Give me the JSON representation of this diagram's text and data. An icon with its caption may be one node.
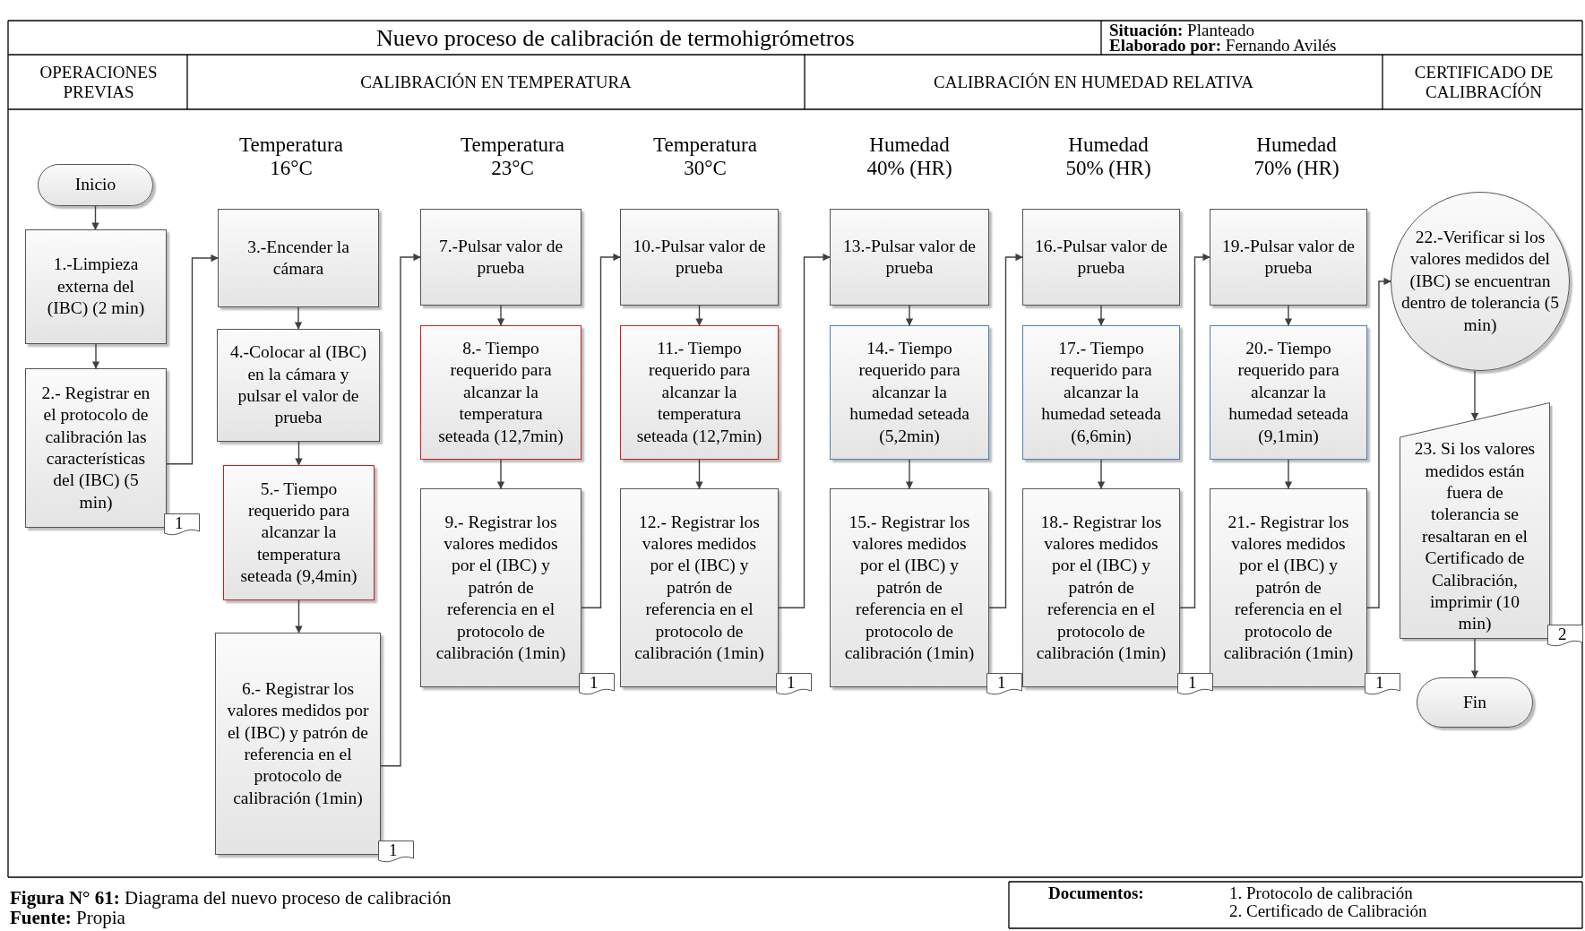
{
  "diagram": {
    "title": "Nuevo proceso de calibración de termohigrómetros",
    "caption": "**Figura N° 61:** Diagrama del nuevo proceso de calibración",
    "nodes": [
      {
        "text": [
          "Inicio"
        ]
      },
      {
        "text": [
          "1.-Limpieza externa del (IBC) (2 min)"
        ]
      },
      {
        "text": [
          "2.- Registrar en el protocolo de calibración las características del (IBC) (5 min)"
        ],
        "beside": [
          "1"
        ]
      },
      {
        "text": [
          "3.-Encender la cámara"
        ]
      },
      {
        "text": [
          "4.-Colocar al (IBC) en la cámara y pulsar el valor de prueba"
        ]
      },
      {
        "text": [
          "5.- Tiempo requerido para alcanzar la temperatura seteada (9,4min)"
        ]
      },
      {
        "text": [
          "6.- Registrar los valores medidos por el (IBC) y patrón de referencia en el protocolo de calibración (1min)"
        ],
        "beside": [
          "1"
        ]
      },
      {
        "text": [
          "7.-Pulsar valor de prueba"
        ]
      },
      {
        "text": [
          "8.- Tiempo requerido para alcanzar la temperatura seteada (12,7min)"
        ]
      },
      {
        "text": [
          "9.- Registrar los valores medidos por el (IBC) y patrón de referencia en el protocolo de calibración (1min)"
        ],
        "beside": [
          "1"
        ]
      },
      {
        "text": [
          "10.-Pulsar valor de prueba"
        ]
      },
      {
        "text": [
          "11.- Tiempo requerido para alcanzar la temperatura seteada (12,7min)"
        ]
      },
      {
        "text": [
          "12.- Registrar los valores medidos por el (IBC) y patrón de referencia en el protocolo de calibración (1min)"
        ],
        "beside": [
          "1"
        ]
      },
      {
        "text": [
          "13.-Pulsar valor de prueba"
        ]
      },
      {
        "text": [
          "14.- Tiempo requerido para alcanzar la humedad seteada (5,2min)"
        ]
      },
      {
        "text": [
          "15.- Registrar los valores medidos por el (IBC) y patrón de referencia en el protocolo de calibración (1min)"
        ],
        "beside": [
          "1"
        ]
      },
      {
        "text": [
          "16.-Pulsar valor de prueba"
        ]
      },
      {
        "text": [
          "17.- Tiempo requerido para alcanzar la humedad seteada (6,6min)"
        ]
      },
      {
        "text": [
          "18.- Registrar los valores medidos por el (IBC) y patrón de referencia en el protocolo de calibración (1min)"
        ],
        "beside": [
          "1"
        ]
      },
      {
        "text": [
          "19.-Pulsar valor de prueba"
        ]
      },
      {
        "text": [
          "20.- Tiempo requerido para alcanzar la humedad seteada (9,1min)"
        ]
      },
      {
        "text": [
          "21.- Registrar los valores medidos por el (IBC) y patrón de referencia en el protocolo de calibración (1min)"
        ],
        "beside": [
          "1"
        ]
      },
      {
        "text": [
          "22.-Verificar si los valores medidos del (IBC) se encuentran dentro de tolerancia (5 min)"
        ]
      },
      {
        "text": [
          "23. Si los valores medidos están fuera de tolerancia se resaltaran en el Certificado de Calibración, imprimir (10 min)"
        ],
        "beside": [
          "2"
        ]
      },
      {
        "text": [
          "Fin"
        ]
      }
    ],
    "edges": [
      {
        "from": 0,
        "to": 1,
        "arrow": "to"
      },
      {
        "from": 1,
        "to": 2,
        "arrow": "to"
      },
      {
        "from": 2,
        "to": 3,
        "arrow": "to"
      },
      {
        "from": 3,
        "to": 4,
        "arrow": "to"
      },
      {
        "from": 4,
        "to": 5,
        "arrow": "to"
      },
      {
        "from": 5,
        "to": 6,
        "arrow": "to"
      },
      {
        "from": 6,
        "to": 7,
        "arrow": "to"
      },
      {
        "from": 7,
        "to": 8,
        "arrow": "to"
      },
      {
        "from": 8,
        "to": 9,
        "arrow": "to"
      },
      {
        "from": 9,
        "to": 10,
        "arrow": "to"
      },
      {
        "from": 10,
        "to": 11,
        "arrow": "to"
      },
      {
        "from": 11,
        "to": 12,
        "arrow": "to"
      },
      {
        "from": 12,
        "to": 13,
        "arrow": "to"
      },
      {
        "from": 13,
        "to": 14,
        "arrow": "to"
      },
      {
        "from": 14,
        "to": 15,
        "arrow": "to"
      },
      {
        "from": 15,
        "to": 16,
        "arrow": "to"
      },
      {
        "from": 16,
        "to": 17,
        "arrow": "to"
      },
      {
        "from": 17,
        "to": 18,
        "arrow": "to"
      },
      {
        "from": 18,
        "to": 19,
        "arrow": "to"
      },
      {
        "from": 19,
        "to": 20,
        "arrow": "to"
      },
      {
        "from": 20,
        "to": 21,
        "arrow": "to"
      },
      {
        "from": 21,
        "to": 22,
        "arrow": "to"
      },
      {
        "from": 22,
        "to": 23,
        "arrow": "to"
      },
      {
        "from": 23,
        "to": 24,
        "arrow": "to"
      }
    ],
    "labels": [
      "**Situación:** Planteado",
      "**Elaborado por:** Fernando Avilés",
      "OPERACIONES PREVIAS",
      "CALIBRACIÓN EN TEMPERATURA",
      "CALIBRACIÓN EN HUMEDAD RELATIVA",
      "CERTIFICADO DE CALIBRACÍÓN",
      "Temperatura 16°C",
      "Temperatura 23°C",
      "Temperatura 30°C",
      "Humedad 40% (HR)",
      "Humedad 50% (HR)",
      "Humedad 70% (HR)",
      "**Fuente:** Propia",
      "Documentos:",
      "1. Protocolo de calibración",
      "2. Certificado de Calibración"
    ]
  }
}
